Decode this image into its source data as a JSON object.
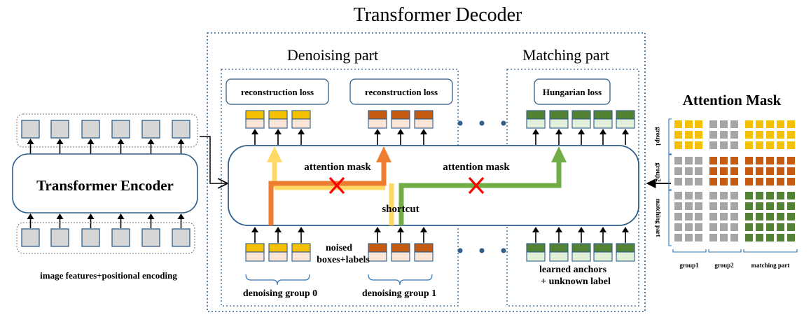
{
  "title": "Transformer Decoder",
  "encoder": {
    "label": "Transformer Encoder",
    "caption": "image features+positional encoding"
  },
  "denoising": {
    "title": "Denoising part",
    "loss_label": "reconstruction loss",
    "group0_label": "denoising group 0",
    "group1_label": "denoising group 1",
    "noised_line1": "noised",
    "noised_line2": "boxes+labels"
  },
  "matching": {
    "title": "Matching part",
    "loss_label": "Hungarian loss",
    "anchors_line1": "learned anchors",
    "anchors_line2": "+ unknown label"
  },
  "decoder_body": {
    "attention_mask_label": "attention mask",
    "shortcut_label": "shortcut"
  },
  "attention_mask": {
    "title": "Attention Mask",
    "row_labels": [
      "group1",
      "group2",
      "matching part"
    ],
    "col_labels": [
      "group1",
      "group2",
      "matching part"
    ]
  },
  "colors": {
    "group0": "#f5c000",
    "group1": "#c55a11",
    "matching": "#548235",
    "query_bottom": "#fbe5d6",
    "query_bottom_matching": "#e2f0d9",
    "feature_cell": "#d6d6d6",
    "mask_grey": "#a6a6a6",
    "frame_blue": "#2e5e8a",
    "arrow_yellow": "#ffd966",
    "arrow_orange": "#ed7d31",
    "arrow_green": "#70ad47",
    "cross_red": "#ff0000"
  }
}
